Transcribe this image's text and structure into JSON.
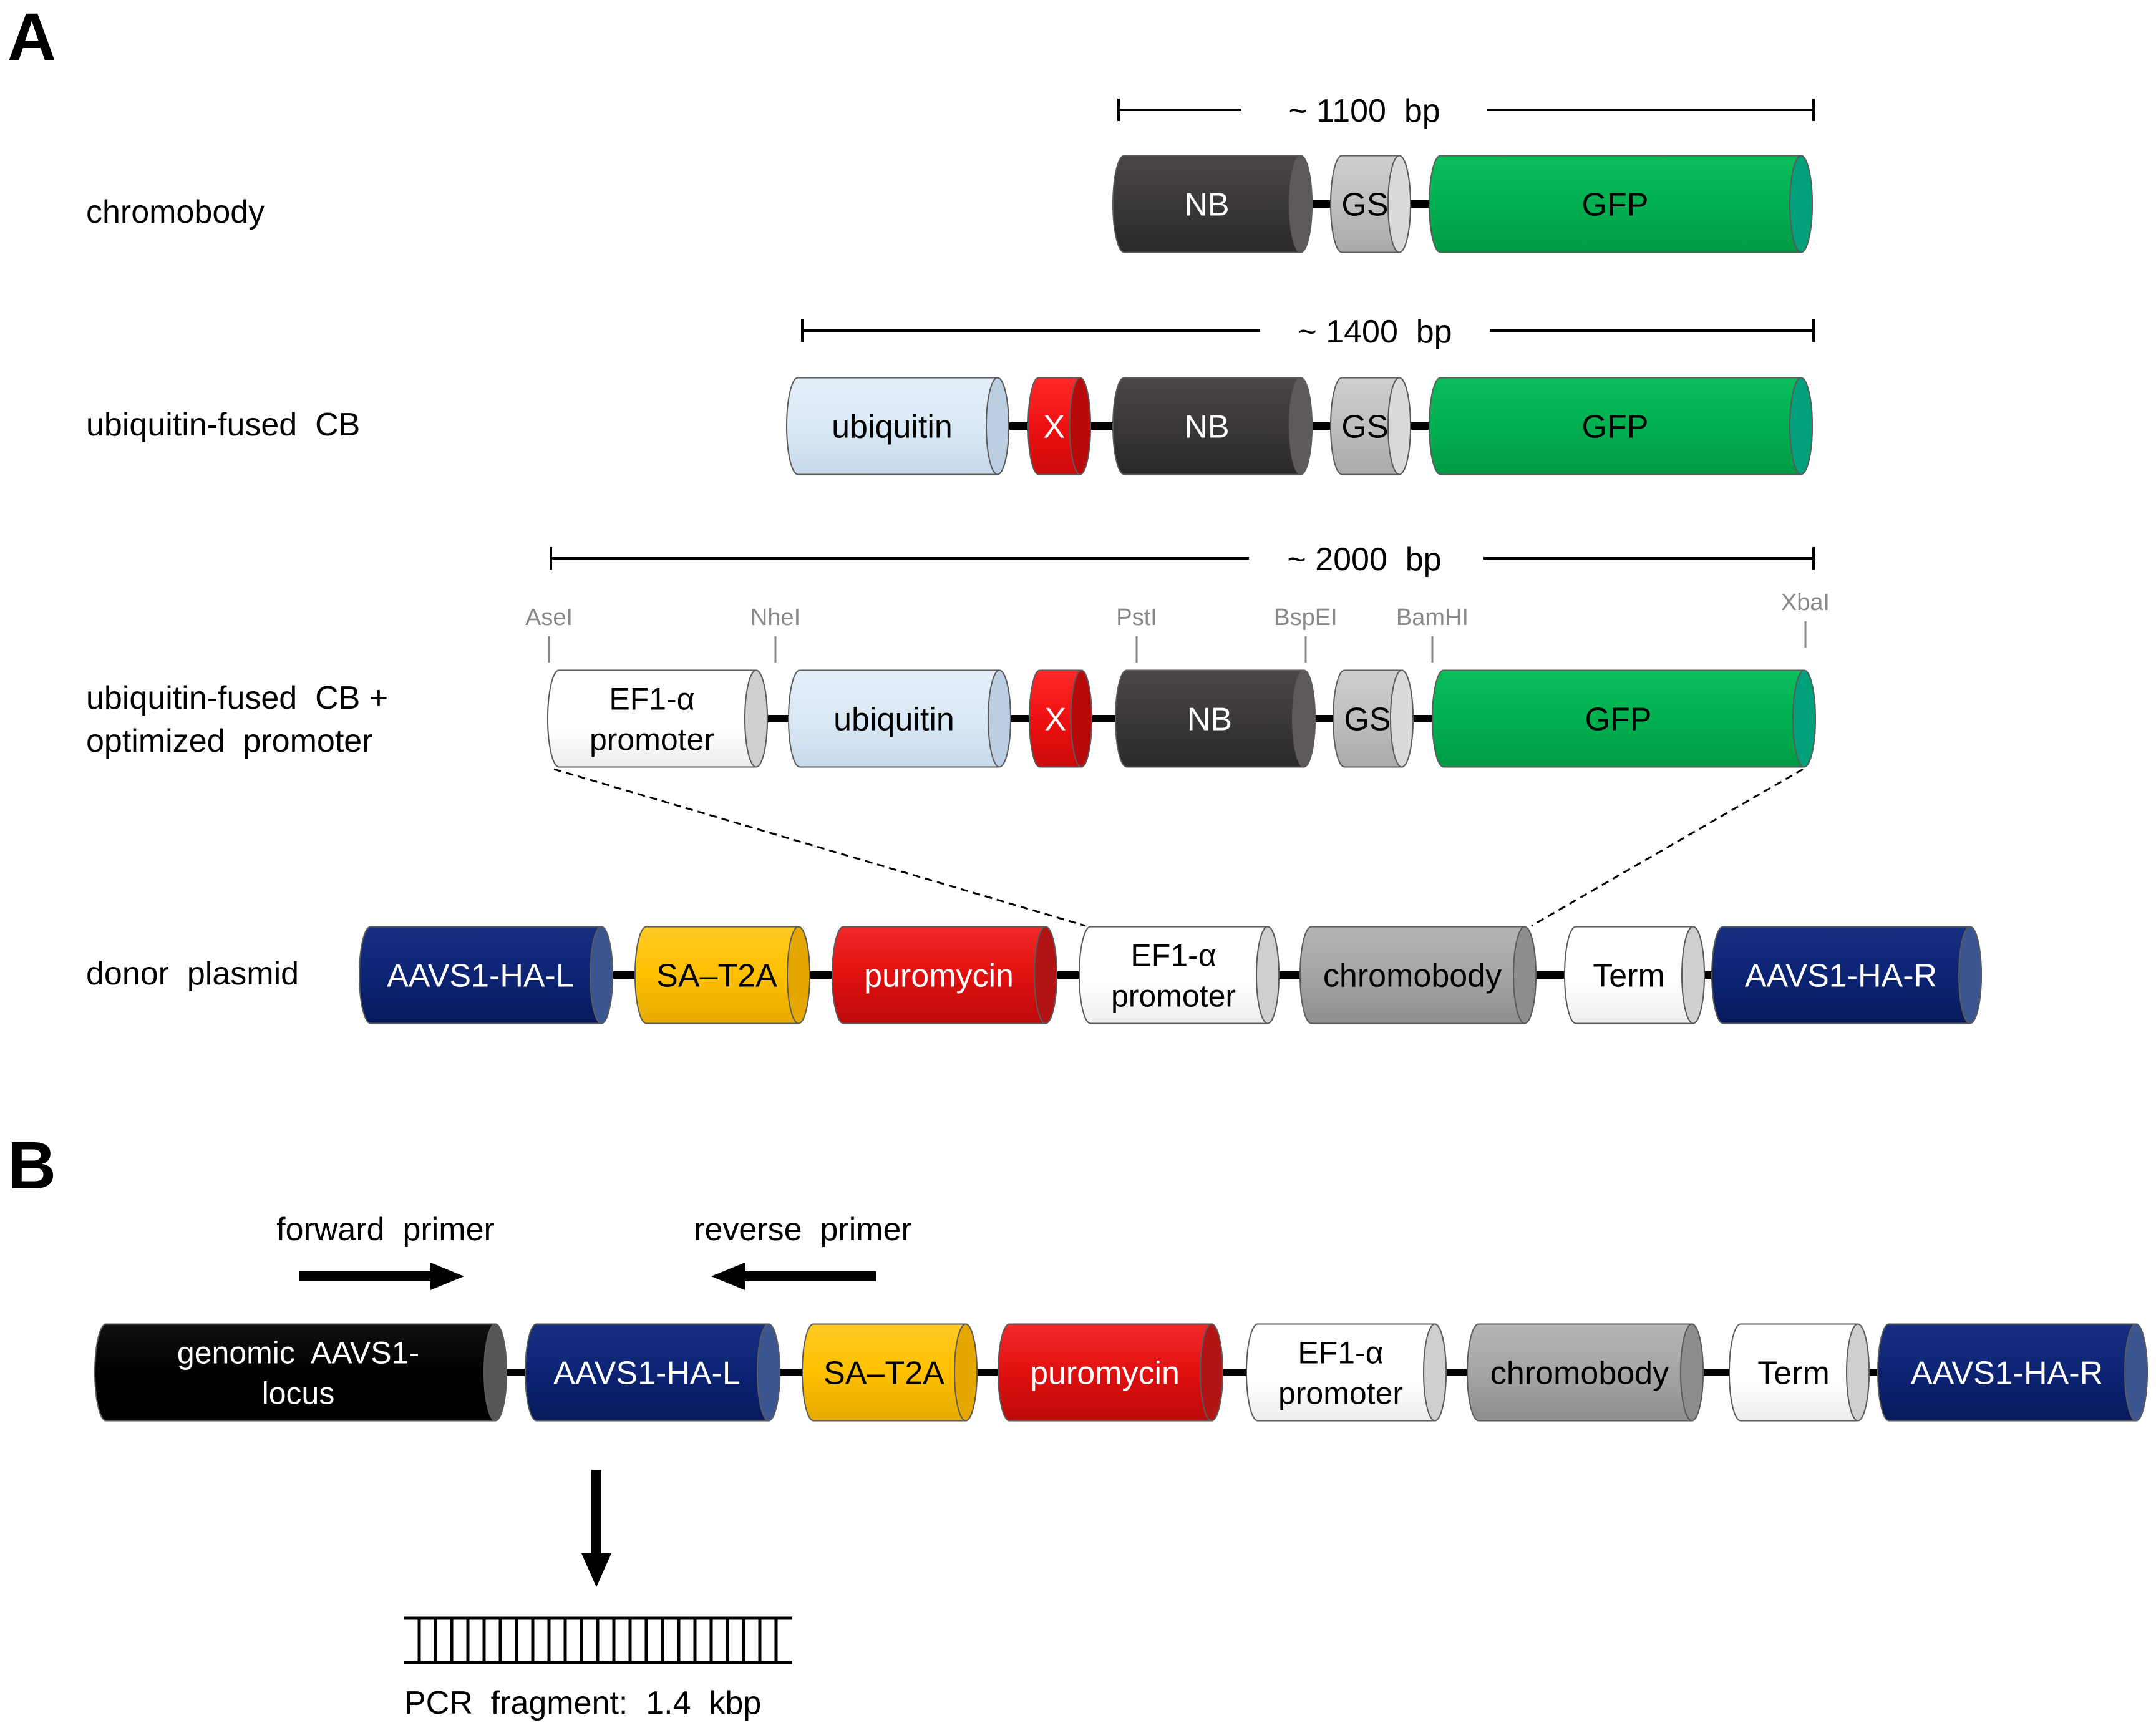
{
  "panel_labels": {
    "a": "A",
    "b": "B"
  },
  "panel_a": {
    "rows": {
      "chromobody": "chromobody",
      "ubiquitin_fused": "ubiquitin-fused  CB",
      "optimized_line1": "ubiquitin-fused  CB +",
      "optimized_line2": "optimized  promoter",
      "donor": "donor  plasmid"
    },
    "scales": {
      "s1100": "~ 1100  bp",
      "s1400": "~ 1400  bp",
      "s2000": "~ 2000  bp"
    },
    "sites": {
      "asel": "AseI",
      "nhel": "NheI",
      "pstl": "PstI",
      "bspel": "BspEI",
      "bamhl": "BamHI",
      "xbal": "XbaI"
    }
  },
  "labels": {
    "nb": "NB",
    "gs": "GS",
    "gfp": "GFP",
    "ubiquitin": "ubiquitin",
    "x": "X",
    "ef1_line1": "EF1-α",
    "ef1_line2": "promoter",
    "haL": "AAVS1-HA-L",
    "sat2a": "SA–T2A",
    "puromycin": "puromycin",
    "chromobody": "chromobody",
    "term": "Term",
    "haR": "AAVS1-HA-R",
    "genomic_line1": "genomic  AAVS1-",
    "genomic_line2": "locus"
  },
  "panel_b": {
    "forward_primer": "forward  primer",
    "reverse_primer": "reverse  primer",
    "pcr_fragment": "PCR  fragment:  1.4  kbp"
  },
  "colors": {
    "nb": "#3b3838",
    "gs": "#bfbfbf",
    "gfp": "#00b050",
    "gfp_end": "#00a07a",
    "ubiquitin": "#dbe9f6",
    "x": "#ee1111",
    "white_block": "#ffffff",
    "aavs1": "#0d2474",
    "sat2a": "#ffc000",
    "puromycin": "#e01010",
    "chromobody_block": "#a6a4a4",
    "genomic": "#000000"
  }
}
